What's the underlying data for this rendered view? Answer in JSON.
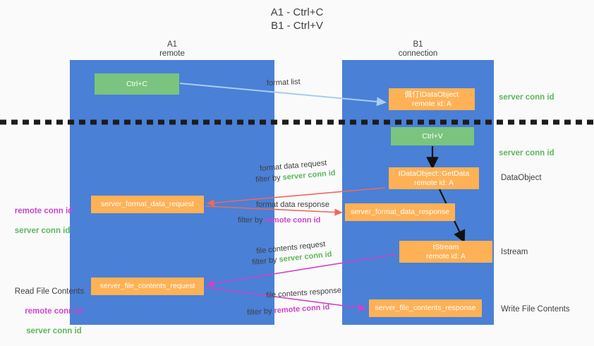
{
  "title": {
    "line1": "A1 - Ctrl+C",
    "line2": "B1 - Ctrl+V"
  },
  "columns": {
    "a1": {
      "name": "A1",
      "subtitle": "remote"
    },
    "b1": {
      "name": "B1",
      "subtitle": "connection"
    }
  },
  "boxes": {
    "ctrl_c": "Ctrl+C",
    "idataobject": "佩仃IDataObject\nremote id: A",
    "ctrl_v": "Ctrl+V",
    "getdata": "IDataObject::GetData\nremote id: A",
    "format_data_request": "server_format_data_request",
    "format_data_response": "server_format_data_response",
    "istream": "IStream\nremote id: A",
    "file_contents_request": "server_file_contents_request",
    "file_contents_response": "server_file_contents_response"
  },
  "right_labels": {
    "server_conn_id_1": "server conn id",
    "server_conn_id_2": "server conn id",
    "dataobject": "DataObject",
    "istream": "Istream",
    "write_file_contents": "Write File Contents"
  },
  "left_labels": {
    "read_file_contents": "Read File Contents",
    "remote_conn_id_1": "remote conn id",
    "server_conn_id_1": "server conn id",
    "remote_conn_id_2": "remote conn id",
    "server_conn_id_2": "server conn id"
  },
  "arrow_labels": {
    "format_list": "format list",
    "format_data_request": "format data request",
    "format_data_request_filter_prefix": "filter by ",
    "format_data_request_filter_value": "server conn id",
    "format_data_response": "format data response",
    "format_data_response_filter_prefix": "filter by ",
    "format_data_response_filter_value": "remote conn id",
    "file_contents_request": "file contents request",
    "file_contents_request_filter_prefix": "filter by ",
    "file_contents_request_filter_value": "server conn id",
    "file_contents_response": "file contents response",
    "file_contents_response_filter_prefix": "filter by ",
    "file_contents_response_filter_value": "remote conn id"
  },
  "colors": {
    "column_blue": "#4a80d6",
    "box_green": "#7ac47f",
    "box_orange": "#ffb155",
    "arrow_blue": "#a8cdf0",
    "arrow_red": "#f0685a",
    "arrow_magenta": "#cc44cc",
    "arrow_black": "#111111",
    "text_green": "#5cb85c",
    "text_purple": "#cc44cc",
    "background": "#fafafa"
  }
}
